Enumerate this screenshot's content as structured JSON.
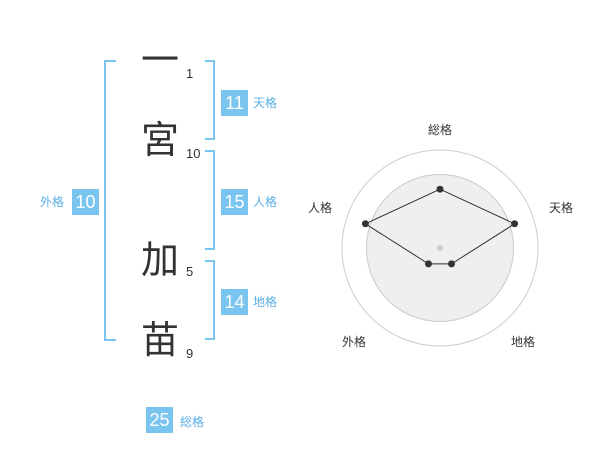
{
  "colors": {
    "accent": "#7ac4f0",
    "label_text": "#5ab0e6",
    "text": "#333333",
    "radar_fill": "#efefef",
    "radar_ring": "#cccccc"
  },
  "name_chars": [
    {
      "char": "一",
      "strokes": "1"
    },
    {
      "char": "宮",
      "strokes": "10"
    },
    {
      "char": "加",
      "strokes": "5"
    },
    {
      "char": "苗",
      "strokes": "9"
    }
  ],
  "kaku": {
    "tenkaku": {
      "value": "11",
      "label": "天格"
    },
    "jinkaku": {
      "value": "15",
      "label": "人格"
    },
    "chikaku": {
      "value": "14",
      "label": "地格"
    },
    "gaikaku": {
      "value": "10",
      "label": "外格"
    },
    "soukaku": {
      "value": "25",
      "label": "総格"
    }
  },
  "chart_data": {
    "type": "radar",
    "axes": [
      "総格",
      "天格",
      "地格",
      "外格",
      "人格"
    ],
    "values": [
      3,
      4,
      1,
      1,
      4
    ],
    "max": 5,
    "rings": 4
  }
}
